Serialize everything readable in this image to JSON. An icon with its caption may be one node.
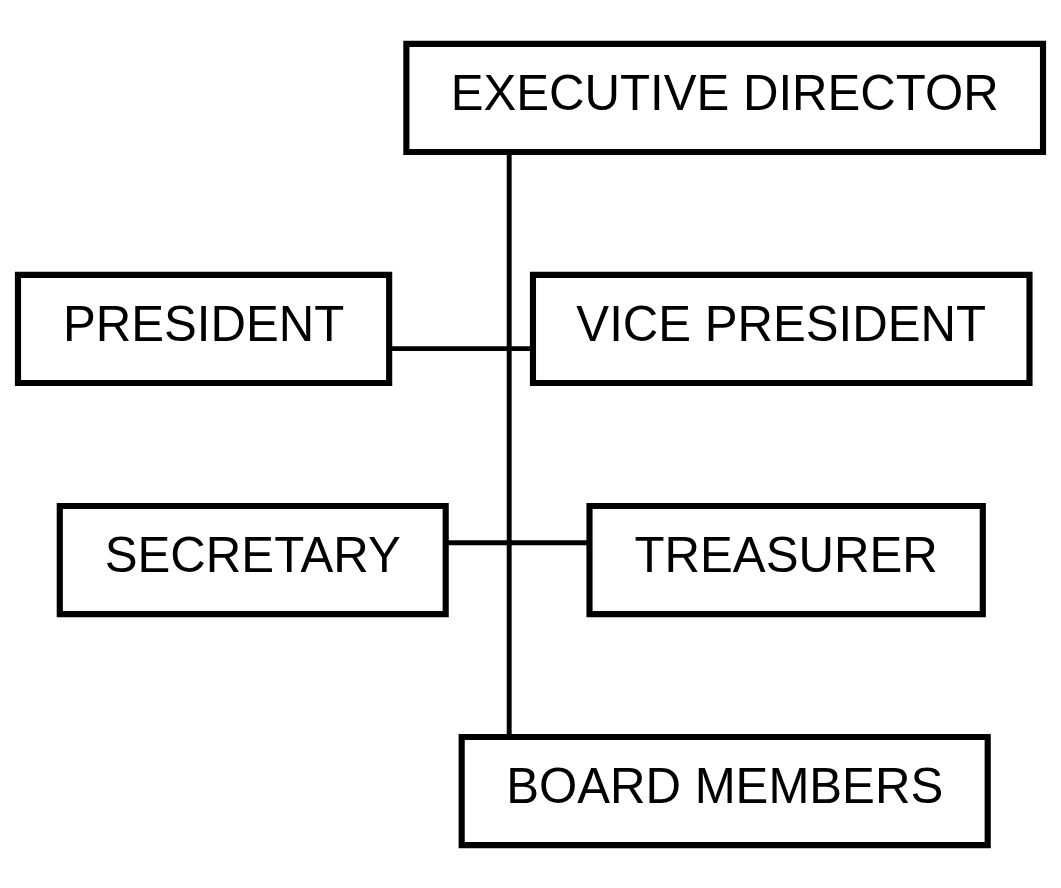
{
  "diagram": {
    "nodes": [
      {
        "text": [
          "EXECUTIVE DIRECTOR"
        ]
      },
      {
        "text": [
          "PRESIDENT"
        ]
      },
      {
        "text": [
          "VICE PRESIDENT"
        ]
      },
      {
        "text": [
          "SECRETARY"
        ]
      },
      {
        "text": [
          "TREASURER"
        ]
      },
      {
        "text": [
          "BOARD MEMBERS"
        ]
      }
    ],
    "edges": [
      {
        "from": 0,
        "to": 5,
        "arrow": "none"
      },
      {
        "from": 1,
        "to": 2,
        "arrow": "none"
      },
      {
        "from": 3,
        "to": 4,
        "arrow": "none"
      }
    ]
  }
}
